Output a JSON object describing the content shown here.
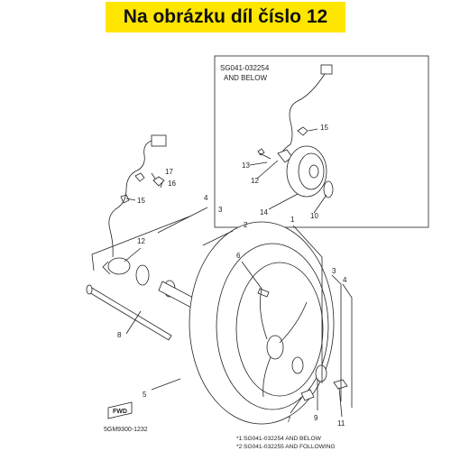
{
  "banner": {
    "text": "Na obrázku díl číslo 12"
  },
  "inset": {
    "line1": "SG041-032254",
    "line2": "AND BELOW"
  },
  "callouts": {
    "c1": "1",
    "c2": "2",
    "c3a": "3",
    "c3b": "3",
    "c4a": "4",
    "c4b": "4",
    "c5": "5",
    "c6": "6",
    "c7": "7",
    "c8": "8",
    "c9": "9",
    "c10": "10",
    "c11": "11",
    "c12a": "12",
    "c12b": "12",
    "c13": "13",
    "c14": "14",
    "c15a": "15",
    "c15b": "15",
    "c16": "16",
    "c17": "17"
  },
  "fwd_label": "FWD",
  "figure_code": "5GM9300-1232",
  "notes": {
    "n1": "*1:SG041-032254 AND BELOW",
    "n2": "*2:SG041-032255 AND FOLLOWING"
  },
  "colors": {
    "banner": "#ffe600",
    "line": "#222222"
  }
}
